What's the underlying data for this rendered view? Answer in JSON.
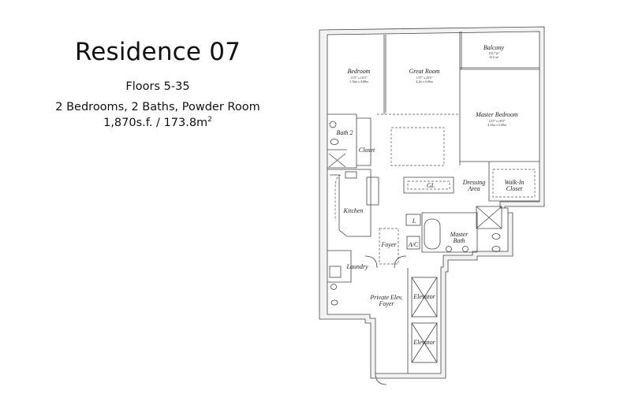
{
  "header": {
    "title": "Residence 07",
    "floors": "Floors 5-35",
    "rooms": "2 Bedrooms, 2 Baths, Powder Room",
    "area_sf": "1,870s.f. / 173.8m",
    "area_sup": "2"
  },
  "plan": {
    "bedroom": {
      "label": "Bedroom",
      "dim_ft": "11'0\" x 16'0\"",
      "dim_m": "3.36m x 4.88m"
    },
    "great_room": {
      "label": "Great Room",
      "dim_ft": "13'9\" x 20'0\"",
      "dim_m": "4.2m x 6.06m"
    },
    "balcony": {
      "label": "Balcony",
      "dim_ft": "112.7 ft²",
      "dim_m": "10.5 m²"
    },
    "master_bedroom": {
      "label": "Master Bedroom",
      "dim_ft": "14'3\" x 18'0\"",
      "dim_m": "4.35m x 5.49m"
    },
    "bath2": "Bath 2",
    "closet": "Closet",
    "gl": "GL",
    "dressing": "Dressing",
    "dressing2": "Area",
    "walkin": "Walk-In",
    "walkin2": "Closet",
    "kitchen": "Kitchen",
    "l": "L",
    "master_bath": "Master",
    "master_bath2": "Bath",
    "foyer": "Foyer",
    "ac": "A/C",
    "laundry": "Laundry",
    "elev_foyer": "Private Elev.",
    "elev_foyer2": "Foyer",
    "elevator1": "Elevator",
    "elevator2": "Elevator"
  }
}
